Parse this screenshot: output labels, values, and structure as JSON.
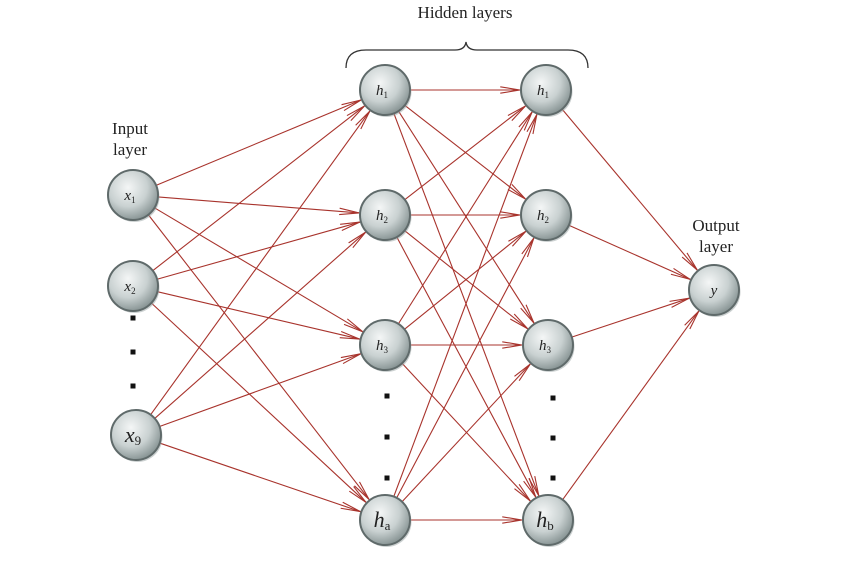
{
  "labels": {
    "hidden_layers": "Hidden layers",
    "input_layer_1": "Input",
    "input_layer_2": "layer",
    "output_layer_1": "Output",
    "output_layer_2": "layer"
  },
  "colors": {
    "edge": "#a8332c",
    "node_fill_light": "#f4f6f6",
    "node_fill_dark": "#7f8c8c",
    "node_stroke": "#5f6a6a",
    "dots": "#111111"
  },
  "nodes": [
    {
      "id": "x1",
      "layer": "input",
      "base": "x",
      "sub": "1"
    },
    {
      "id": "x2",
      "layer": "input",
      "base": "x",
      "sub": "2"
    },
    {
      "id": "x9",
      "layer": "input",
      "base": "x",
      "sub": "9"
    },
    {
      "id": "h1a",
      "layer": "hidden1",
      "base": "h",
      "sub": "1"
    },
    {
      "id": "h2a",
      "layer": "hidden1",
      "base": "h",
      "sub": "2"
    },
    {
      "id": "h3a",
      "layer": "hidden1",
      "base": "h",
      "sub": "3"
    },
    {
      "id": "ha",
      "layer": "hidden1",
      "base": "h",
      "sub": "a"
    },
    {
      "id": "h1b",
      "layer": "hidden2",
      "base": "h",
      "sub": "1"
    },
    {
      "id": "h2b",
      "layer": "hidden2",
      "base": "h",
      "sub": "2"
    },
    {
      "id": "h3b",
      "layer": "hidden2",
      "base": "h",
      "sub": "3"
    },
    {
      "id": "hb",
      "layer": "hidden2",
      "base": "h",
      "sub": "b"
    },
    {
      "id": "y",
      "layer": "output",
      "base": "y",
      "sub": ""
    }
  ],
  "edge_groups": [
    {
      "from": [
        "x1",
        "x2",
        "x9"
      ],
      "to": [
        "h1a",
        "h2a",
        "h3a",
        "ha"
      ]
    },
    {
      "from": [
        "h1a",
        "h2a",
        "h3a",
        "ha"
      ],
      "to": [
        "h1b",
        "h2b",
        "h3b",
        "hb"
      ]
    },
    {
      "from": [
        "h1b",
        "h2b",
        "h3b",
        "hb"
      ],
      "to": [
        "y"
      ]
    }
  ]
}
